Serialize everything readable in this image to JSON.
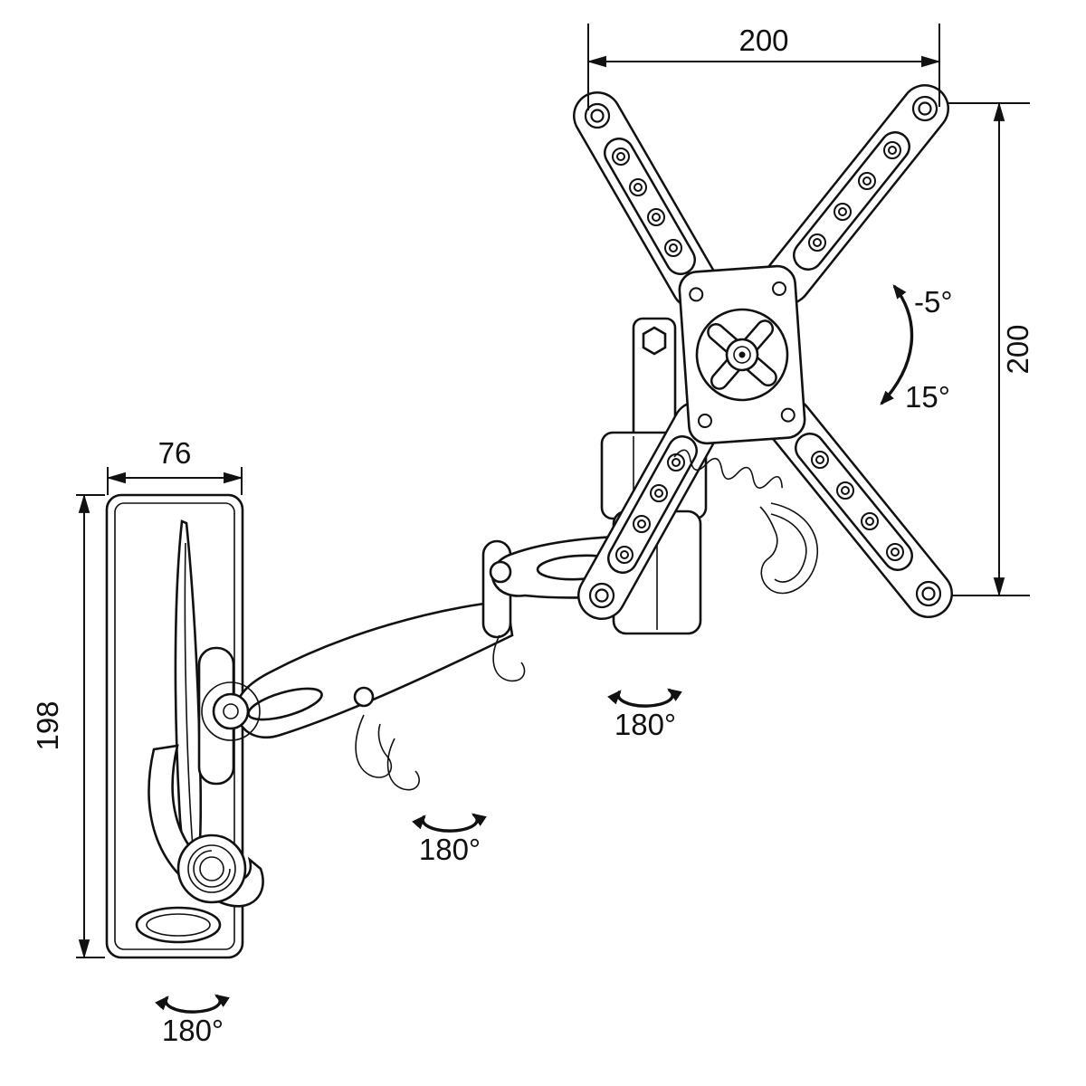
{
  "colors": {
    "line": "#111111",
    "background": "#ffffff"
  },
  "labels": {
    "vesa_width": "200",
    "vesa_height": "200",
    "plate_width": "76",
    "plate_height": "198",
    "tilt_up": "-5°",
    "tilt_down": "15°",
    "swivel_joint_1": "180°",
    "swivel_joint_2": "180°",
    "swivel_joint_3": "180°"
  }
}
